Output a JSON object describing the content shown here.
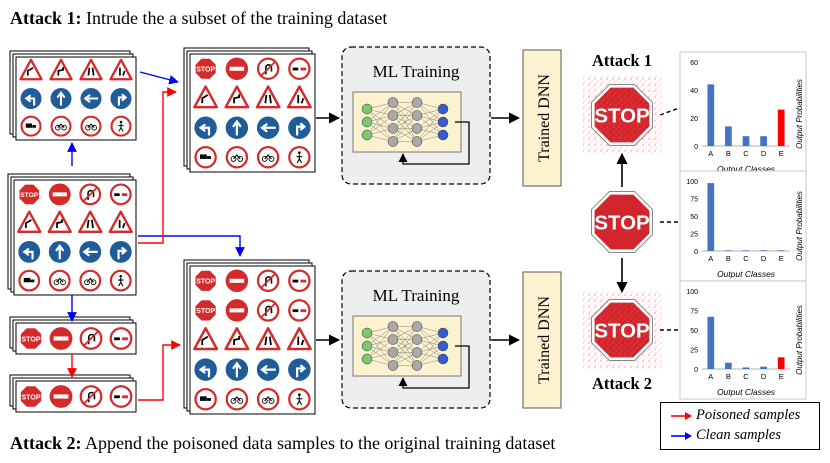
{
  "title_top": {
    "prefix": "Attack 1:",
    "text": "Intrude the a subset of the training dataset"
  },
  "title_bottom": {
    "prefix": "Attack 2:",
    "text": "Append the poisoned data samples to the original training dataset"
  },
  "ml_training_label": "ML Training",
  "trained_dnn_label": "Trained DNN",
  "stop_text": "STOP",
  "attack1_label": "Attack 1",
  "attack2_label": "Attack 2",
  "legend": {
    "poisoned": "Poisoned samples",
    "clean": "Clean samples"
  },
  "colors": {
    "poisoned": "#ff0000",
    "clean": "#0000ff",
    "bar": "#4472c4",
    "bar_poisoned": "#ff0000",
    "dnn_fill": "#fdf2d0",
    "sign_red": "#d42a2a",
    "sign_blue": "#1f5c99"
  },
  "chart_data": [
    {
      "type": "bar",
      "categories": [
        "A",
        "B",
        "C",
        "D",
        "E"
      ],
      "values": [
        44,
        14,
        7,
        7,
        26
      ],
      "ylim": [
        0,
        60
      ],
      "yticks": [
        0,
        20,
        40,
        60
      ],
      "xlabel": "Output Classes",
      "ylabel": "Output Probabilities",
      "highlight_index": 4
    },
    {
      "type": "bar",
      "categories": [
        "A",
        "B",
        "C",
        "D",
        "E"
      ],
      "values": [
        97,
        1,
        1,
        1,
        1
      ],
      "ylim": [
        0,
        100
      ],
      "yticks": [
        0,
        25,
        50,
        75,
        100
      ],
      "xlabel": "Output Classes",
      "ylabel": "Output Probabilities",
      "highlight_index": null
    },
    {
      "type": "bar",
      "categories": [
        "A",
        "B",
        "C",
        "D",
        "E"
      ],
      "values": [
        67,
        8,
        2,
        3,
        15
      ],
      "ylim": [
        0,
        100
      ],
      "yticks": [
        0,
        25,
        50,
        75,
        100
      ],
      "xlabel": "Output Classes",
      "ylabel": "Output Probabilities",
      "highlight_index": 4
    }
  ]
}
